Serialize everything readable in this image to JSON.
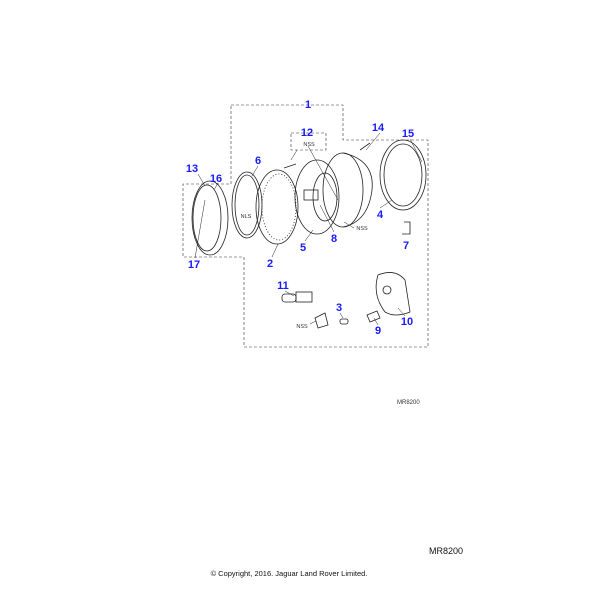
{
  "diagram": {
    "callouts": [
      "1",
      "2",
      "3",
      "4",
      "5",
      "6",
      "7",
      "8",
      "9",
      "10",
      "11",
      "12",
      "13",
      "14",
      "15",
      "16",
      "17"
    ],
    "notes": {
      "nss": "NSS",
      "nls": "NLS"
    },
    "colors": {
      "callout": "#1a1aff",
      "line": "#222222"
    }
  },
  "illustration_ref": "MR8200",
  "page_ref": "MR8200",
  "copyright": "© Copyright, 2016. Jaguar Land Rover Limited."
}
